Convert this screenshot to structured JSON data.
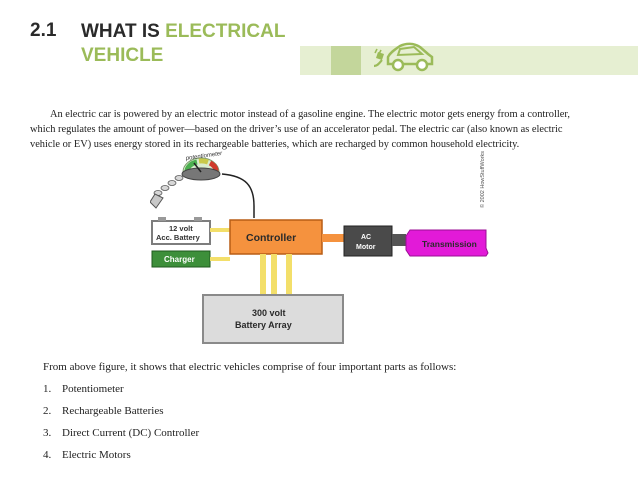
{
  "heading": {
    "number": "2.1",
    "title_part1": "WHAT IS ",
    "title_part2": "ELECTRICAL",
    "title_line2": "VEHICLE"
  },
  "paragraph": "An electric car is powered by an electric motor instead of a gasoline engine. The electric motor gets energy from a controller, which regulates the amount of power—based on the driver’s use of an accelerator pedal. The electric car (also known as electric vehicle or EV) uses energy stored in its rechargeable batteries, which are recharged by common household electricity.",
  "figure": {
    "potentiometer_label": "potentiometer",
    "battery12_line1": "12 volt",
    "battery12_line2": "Acc. Battery",
    "charger_label": "Charger",
    "controller_label": "Controller",
    "motor_line1": "AC",
    "motor_line2": "Motor",
    "transmission_label": "Transmission",
    "battery300_line1": "300 volt",
    "battery300_line2": "Battery Array",
    "copyright": "© 2002 HowStuffWorks"
  },
  "intro": "From above figure, it shows that electric vehicles comprise of four important parts as follows:",
  "parts": [
    {
      "num": "1.",
      "label": "Potentiometer"
    },
    {
      "num": "2.",
      "label": "Rechargeable Batteries"
    },
    {
      "num": "3.",
      "label": "Direct Current (DC) Controller"
    },
    {
      "num": "4.",
      "label": "Electric Motors"
    }
  ],
  "colors": {
    "accent_green": "#9bbb59",
    "controller_orange": "#f5923e",
    "transmission_magenta": "#e21ad8"
  }
}
